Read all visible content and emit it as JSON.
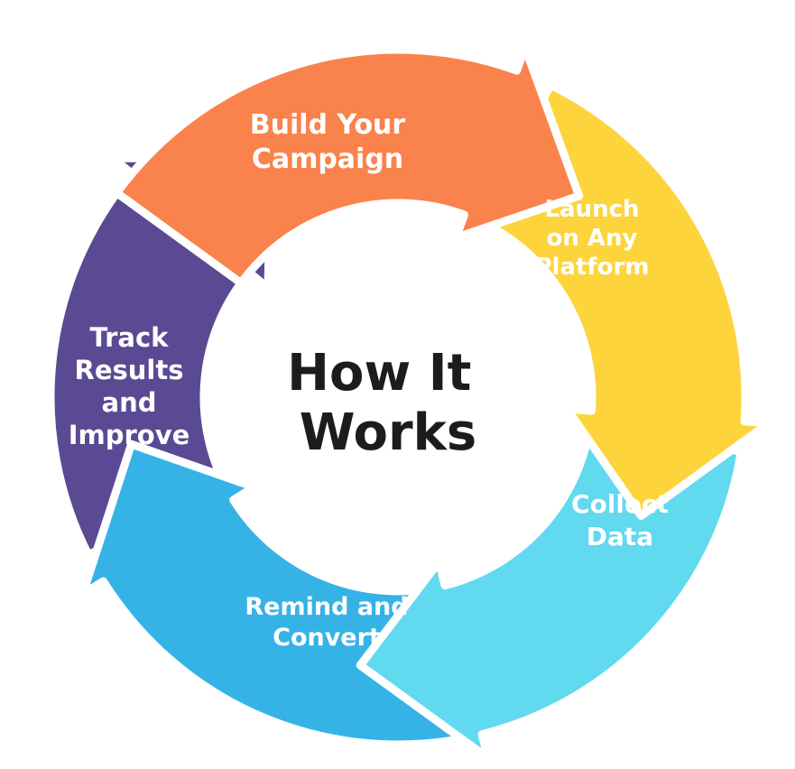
{
  "title_lines": [
    "How It",
    "Works"
  ],
  "steps": [
    {
      "lines": [
        "Build Your",
        "Campaign"
      ],
      "color": "#FA824C"
    },
    {
      "lines": [
        "Launch",
        "on Any",
        "Platform"
      ],
      "color": "#FDD43C"
    },
    {
      "lines": [
        "Collect",
        "Data"
      ],
      "color": "#61D9EF"
    },
    {
      "lines": [
        "Remind and",
        "Convert"
      ],
      "color": "#35B3E6"
    },
    {
      "lines": [
        "Track",
        "Results",
        "and",
        "Improve"
      ],
      "color": "#5A4A93"
    }
  ]
}
